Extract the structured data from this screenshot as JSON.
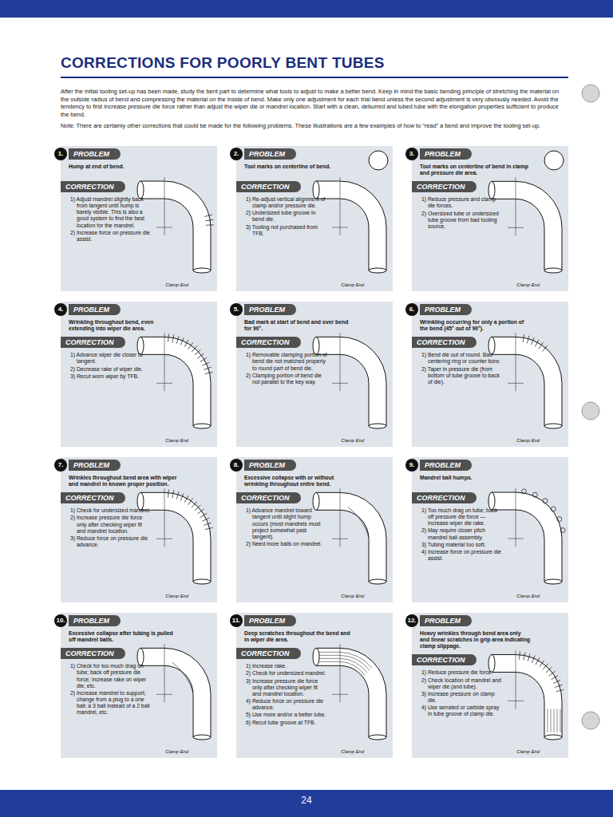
{
  "diagram": {
    "title": "CORRECTIONS FOR POORLY BENT TUBES",
    "nodes": [
      {
        "text": [
          "1.",
          "PROBLEM",
          "Hump at end of bend.",
          "CORRECTION",
          "1) Adjust mandrel slightly back from tangent until hump is barely visible. This is also a good system to find the best location for the mandrel.",
          "2) Increase force on pressure die assist.",
          "Clamp End"
        ]
      },
      {
        "text": [
          "2.",
          "PROBLEM",
          "Tool marks on centerline of bend.",
          "CORRECTION",
          "1) Re-adjust vertical alignment of clamp and/or pressure die.",
          "2) Undersized tube groove in bend die.",
          "3) Tooling not purchased from TFB.",
          "Clamp End"
        ]
      },
      {
        "text": [
          "3.",
          "PROBLEM",
          "Tool marks on centerline of bend in clamp and pressure die area.",
          "CORRECTION",
          "1) Reduce pressure and clamp die forces.",
          "2) Oversized tube or undersized tube groove from bad tooling source.",
          "Clamp End"
        ]
      },
      {
        "text": [
          "4.",
          "PROBLEM",
          "Wrinkling throughout bend, even extending into wiper die area.",
          "CORRECTION",
          "1) Advance wiper die closer to tangent.",
          "2) Decrease rake of wiper die.",
          "3) Recut worn wiper by TFB.",
          "Clamp End"
        ]
      },
      {
        "text": [
          "5.",
          "PROBLEM",
          "Bad mark at start of bend and over bend for 90°.",
          "CORRECTION",
          "1) Removable clamping portion of bend die not matched properly to round part of bend die.",
          "2) Clamping portion of bend die not parallel to the key way.",
          "Clamp End"
        ]
      },
      {
        "text": [
          "6.",
          "PROBLEM",
          "Wrinkling occurring for only a portion of the bend (45° out of 90°).",
          "CORRECTION",
          "1) Bend die out of round. Bad centering ring or counter bore.",
          "2) Taper in pressure die (from bottom of tube groove to back of die).",
          "Clamp End"
        ]
      },
      {
        "text": [
          "7.",
          "PROBLEM",
          "Wrinkles throughout bend area with wiper and mandrel in known proper position.",
          "CORRECTION",
          "1) Check for undersized mandrel.",
          "2) Increase pressure die force only after checking wiper fit and mandrel location.",
          "3) Reduce force on pressure die advance.",
          "Clamp End"
        ]
      },
      {
        "text": [
          "8.",
          "PROBLEM",
          "Excessive collapse with or without wrinkling throughout entire bend.",
          "CORRECTION",
          "1) Advance mandrel toward tangent until slight hump occurs (most mandrels must project somewhat past tangent).",
          "2) Need more balls on mandrel.",
          "Clamp End"
        ]
      },
      {
        "text": [
          "9.",
          "PROBLEM",
          "Mandrel ball humps.",
          "CORRECTION",
          "1) Too much drag on tube; back off pressure die force — increase wiper die rake.",
          "2) May require closer pitch mandrel ball assembly.",
          "3) Tubing material too soft.",
          "4) Increase force on pressure die assist.",
          "Clamp End"
        ]
      },
      {
        "text": [
          "10.",
          "PROBLEM",
          "Excessive collapse after tubing is pulled off mandrel balls.",
          "CORRECTION",
          "1) Check for too much drag on tube; back off pressure die force; increase rake on wiper die, etc.",
          "2) Increase mandrel to support; change from a plug to a one ball; a 3 ball instead of a 2 ball mandrel, etc.",
          "Clamp End"
        ]
      },
      {
        "text": [
          "11.",
          "PROBLEM",
          "Deep scratches throughout the bend and in wiper die area.",
          "CORRECTION",
          "1) Increase rake.",
          "2) Check for undersized mandrel.",
          "3) Increase pressure die force only after checking wiper fit and mandrel location.",
          "4) Reduce force on pressure die advance.",
          "5) Use more and/or a better lube.",
          "6) Recut tube groove at TFB.",
          "Clamp End"
        ]
      },
      {
        "text": [
          "12.",
          "PROBLEM",
          "Heavy wrinkles through bend area only and linear scratches in grip area indicating clamp slippage.",
          "CORRECTION",
          "1) Reduce pressure die force.",
          "2) Check location of mandrel and wiper die (and lube).",
          "3) Increase pressure on clamp die.",
          "4) Use serrated or carbide spray in tube groove of clamp die.",
          "Clamp End"
        ]
      }
    ],
    "labels": [
      "After the initial tooling set-up has been made, study the bent part to determine what tools to adjust to make a better bend. Keep in mind the basic bending principle of stretching the material on the outside radius of bend and compressing the material on the inside of bend. Make only one adjustment for each trial bend unless the second adjustment is very obviously needed. Avoid the tendency to first increase pressure die force rather than adjust the wiper die or mandrel location. Start with a clean, deburred and lubed tube with the elongation properties sufficient to produce the bend.",
      "Note: There are certainly other corrections that could be made for the following problems. These illustrations are a few examples of how to “read” a bend and improve the tooling set-up.",
      "24"
    ]
  }
}
